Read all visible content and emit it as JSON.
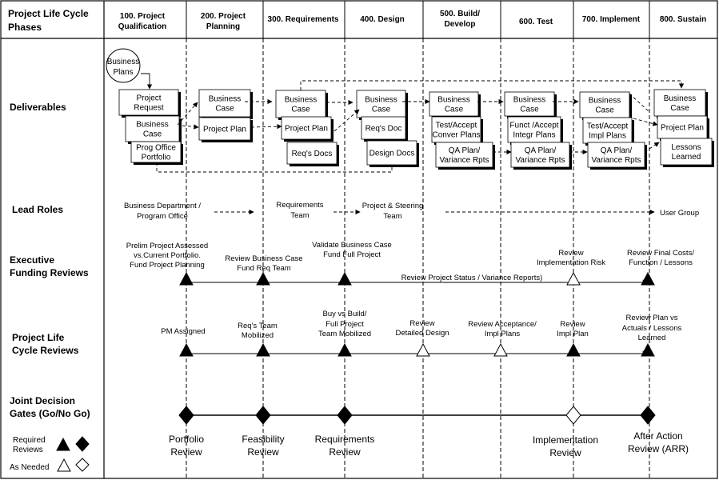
{
  "header": {
    "title_lines": [
      "Project Life Cycle",
      "Phases"
    ],
    "phases": [
      {
        "lines": [
          "100. Project",
          "Qualification"
        ]
      },
      {
        "lines": [
          "200. Project",
          "Planning"
        ]
      },
      {
        "lines": [
          "300. Requirements"
        ]
      },
      {
        "lines": [
          "400. Design"
        ]
      },
      {
        "lines": [
          "500. Build/",
          "Develop"
        ]
      },
      {
        "lines": [
          "600. Test"
        ]
      },
      {
        "lines": [
          "700. Implement"
        ]
      },
      {
        "lines": [
          "800. Sustain"
        ]
      }
    ]
  },
  "rows": {
    "deliverables": [
      "Deliverables"
    ],
    "lead_roles": [
      "Lead Roles"
    ],
    "executive": [
      "Executive",
      "Funding Reviews"
    ],
    "lifecycle": [
      "Project Life",
      "Cycle Reviews"
    ],
    "gates": [
      "Joint Decision",
      "Gates (Go/No Go)"
    ]
  },
  "deliverables": {
    "business_plans": [
      "Business",
      "Plans"
    ],
    "boxes": [
      {
        "id": "project-request",
        "lines": [
          "Project",
          "Request"
        ]
      },
      {
        "id": "business-case-100",
        "lines": [
          "Business",
          "Case"
        ]
      },
      {
        "id": "prog-office-portfolio",
        "lines": [
          "Prog Office",
          "Portfolio"
        ]
      },
      {
        "id": "business-case-200",
        "lines": [
          "Business",
          "Case"
        ]
      },
      {
        "id": "project-plan-200",
        "lines": [
          "Project Plan"
        ]
      },
      {
        "id": "business-case-300",
        "lines": [
          "Business",
          "Case"
        ]
      },
      {
        "id": "project-plan-300",
        "lines": [
          "Project Plan"
        ]
      },
      {
        "id": "reqs-docs",
        "lines": [
          "Req's Docs"
        ]
      },
      {
        "id": "business-case-400",
        "lines": [
          "Business",
          "Case"
        ]
      },
      {
        "id": "reqs-doc",
        "lines": [
          "Req's Doc"
        ]
      },
      {
        "id": "design-docs",
        "lines": [
          "Design Docs"
        ]
      },
      {
        "id": "business-case-500",
        "lines": [
          "Business",
          "Case"
        ]
      },
      {
        "id": "test-accept-conver",
        "lines": [
          "Test/Accept",
          "Conver Plans"
        ]
      },
      {
        "id": "qa-plan-500",
        "lines": [
          "QA Plan/",
          "Variance   Rpts"
        ]
      },
      {
        "id": "business-case-600",
        "lines": [
          "Business",
          "Case"
        ]
      },
      {
        "id": "funct-accept",
        "lines": [
          "Funct /Accept",
          "Integr Plans"
        ]
      },
      {
        "id": "qa-plan-600",
        "lines": [
          "QA Plan/",
          "Variance Rpts"
        ]
      },
      {
        "id": "business-case-700",
        "lines": [
          "Business",
          "Case"
        ]
      },
      {
        "id": "test-accept-impl",
        "lines": [
          "Test/Accept",
          "Impl Plans"
        ]
      },
      {
        "id": "qa-plan-700",
        "lines": [
          "QA Plan/",
          "Variance Rpts"
        ]
      },
      {
        "id": "business-case-800",
        "lines": [
          "Business",
          "Case"
        ]
      },
      {
        "id": "project-plan-800",
        "lines": [
          "Project Plan"
        ]
      },
      {
        "id": "lessons-learned",
        "lines": [
          "Lessons",
          "Learned"
        ]
      }
    ]
  },
  "lead_roles": [
    {
      "id": "business-dept",
      "lines": [
        "Business Department /",
        "Program Office"
      ]
    },
    {
      "id": "requirements-team",
      "lines": [
        "Requirements",
        "Team"
      ]
    },
    {
      "id": "project-steering",
      "lines": [
        "Project & Steering",
        "Team"
      ]
    },
    {
      "id": "user-group",
      "lines": [
        "User Group"
      ]
    }
  ],
  "executive_reviews": [
    {
      "id": "prelim-project",
      "lines": [
        "Prelim Project Assessed",
        "vs.Current Portfolio.",
        "Fund Project Planning"
      ],
      "marker": "filled"
    },
    {
      "id": "review-business-case",
      "lines": [
        "Review Business Case",
        "Fund  Req  Team"
      ],
      "marker": "filled"
    },
    {
      "id": "validate-business-case",
      "lines": [
        "Validate Business Case",
        "Fund Full Project"
      ],
      "marker": "filled"
    },
    {
      "id": "review-impl-risk",
      "lines": [
        "Review",
        "Implementation Risk"
      ],
      "marker": "open"
    },
    {
      "id": "review-final-costs",
      "lines": [
        "Review Final Costs/",
        "Function / Lessons"
      ],
      "marker": "filled"
    }
  ],
  "executive_line_label": "Review Project Status  / Variance Reports)",
  "lifecycle_reviews": [
    {
      "id": "pm-assigned",
      "lines": [
        "PM Assigned"
      ],
      "marker": "filled"
    },
    {
      "id": "reqs-team-mobilized",
      "lines": [
        "Req's  Team",
        "Mobilized"
      ],
      "marker": "filled"
    },
    {
      "id": "buy-vs-build",
      "lines": [
        "Buy  vs Build/",
        "Full Project",
        "Team Mobilized"
      ],
      "marker": "filled"
    },
    {
      "id": "review-detailed-design",
      "lines": [
        "Review",
        "Detailed Design"
      ],
      "marker": "open"
    },
    {
      "id": "review-acceptance",
      "lines": [
        "Review Acceptance/",
        "Impl Plans"
      ],
      "marker": "open"
    },
    {
      "id": "review-impl-plan",
      "lines": [
        "Review",
        "Impl Plan"
      ],
      "marker": "filled"
    },
    {
      "id": "review-plan-vs-actuals",
      "lines": [
        "Review Plan    vs",
        "Actuals / Lessons",
        "Learned"
      ],
      "marker": "filled"
    }
  ],
  "gates": [
    {
      "id": "portfolio-review",
      "lines": [
        "Portfolio",
        "Review"
      ],
      "marker": "filled"
    },
    {
      "id": "feasibility-review",
      "lines": [
        "Feasibility",
        "Review"
      ],
      "marker": "filled"
    },
    {
      "id": "requirements-review",
      "lines": [
        "Requirements",
        "Review"
      ],
      "marker": "filled"
    },
    {
      "id": "implementation-review",
      "lines": [
        "Implementation",
        "Review"
      ],
      "marker": "open"
    },
    {
      "id": "after-action-review",
      "lines": [
        "After Action",
        "Review (ARR)"
      ],
      "marker": "filled"
    }
  ],
  "legend": {
    "required": [
      "Required",
      "Reviews"
    ],
    "as_needed": [
      "As Needed"
    ]
  }
}
